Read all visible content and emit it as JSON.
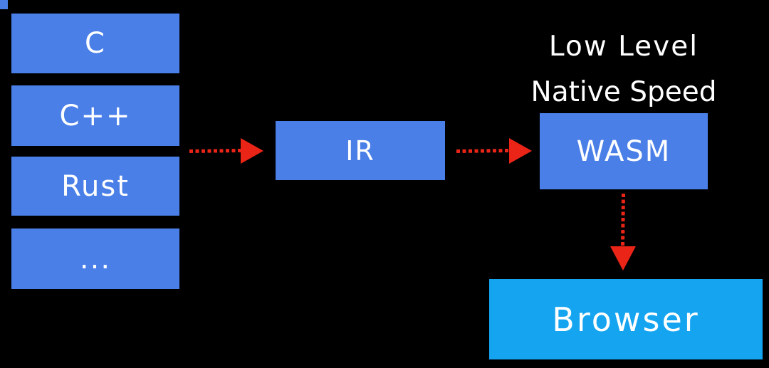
{
  "diagram": {
    "background": "#000000",
    "box_color": "#4a7fe8",
    "browser_box_color": "#14a4f0",
    "arrow_color": "#ea2517",
    "text_color": "#ffffff",
    "source_languages": [
      {
        "label": "C"
      },
      {
        "label": "C++"
      },
      {
        "label": "Rust"
      },
      {
        "label": "..."
      }
    ],
    "ir_box": {
      "label": "IR"
    },
    "wasm_box": {
      "label": "WASM"
    },
    "wasm_caption": {
      "line1": "Low Level",
      "line2": "Native Speed"
    },
    "browser_box": {
      "label": "Browser"
    },
    "arrows": [
      {
        "name": "languages-to-ir"
      },
      {
        "name": "ir-to-wasm"
      },
      {
        "name": "wasm-to-browser"
      }
    ]
  }
}
